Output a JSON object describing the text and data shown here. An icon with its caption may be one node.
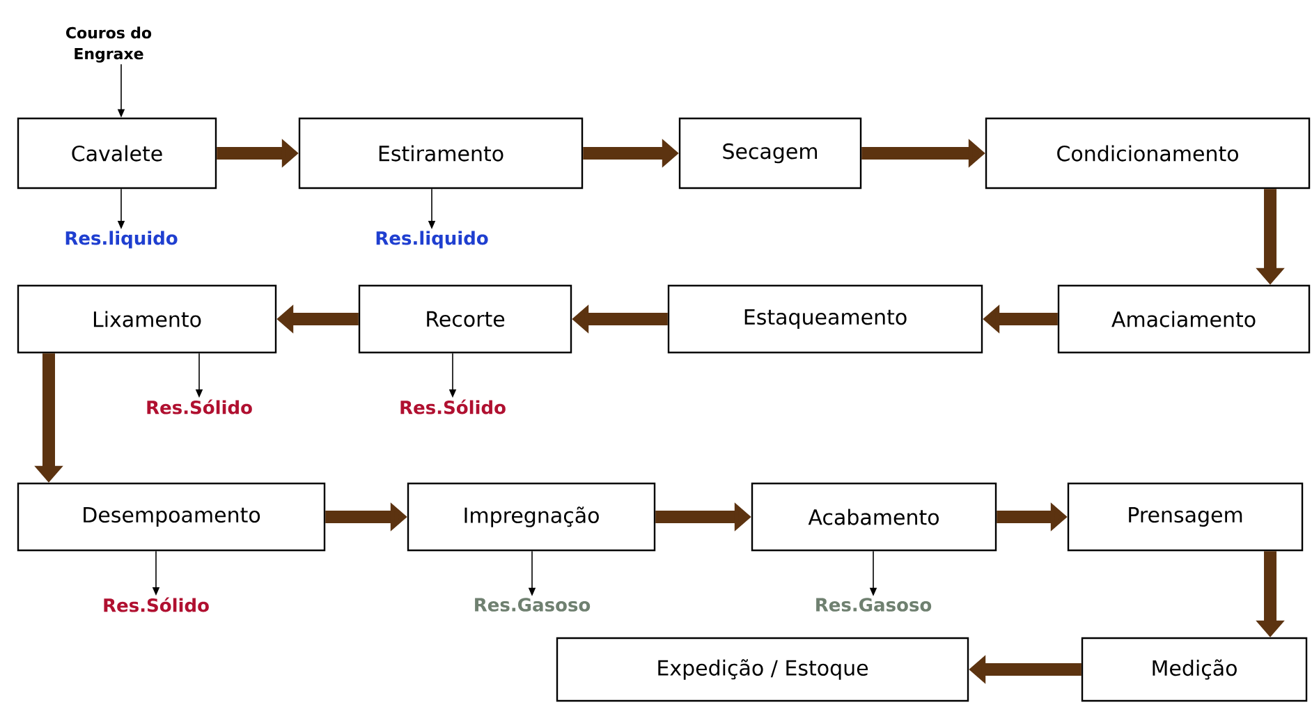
{
  "diagram": {
    "nodes": [
      {
        "text": [
          "Couros do Engraxe"
        ]
      },
      {
        "text": [
          "Cavalete"
        ]
      },
      {
        "text": [
          "Estiramento"
        ]
      },
      {
        "text": [
          "Secagem"
        ]
      },
      {
        "text": [
          "Condicionamento"
        ]
      },
      {
        "text": [
          "Res.liquido"
        ]
      },
      {
        "text": [
          "Res.liquido"
        ]
      },
      {
        "text": [
          "Lixamento"
        ]
      },
      {
        "text": [
          "Recorte"
        ]
      },
      {
        "text": [
          "Estaqueamento"
        ]
      },
      {
        "text": [
          "Amaciamento"
        ]
      },
      {
        "text": [
          "Res.Sólido"
        ]
      },
      {
        "text": [
          "Res.Sólido"
        ]
      },
      {
        "text": [
          "Desempoamento"
        ]
      },
      {
        "text": [
          "Impregnação"
        ]
      },
      {
        "text": [
          "Acabamento"
        ]
      },
      {
        "text": [
          "Prensagem"
        ]
      },
      {
        "text": [
          "Res.Sólido"
        ]
      },
      {
        "text": [
          "Res.Gasoso"
        ]
      },
      {
        "text": [
          "Res.Gasoso"
        ]
      },
      {
        "text": [
          "Expedição / Estoque"
        ]
      },
      {
        "text": [
          "Medição"
        ]
      }
    ],
    "edges": [
      {
        "from": 0,
        "to": 1,
        "arrow": "to",
        "color": "#000000"
      },
      {
        "from": 1,
        "to": 2,
        "arrow": "to"
      },
      {
        "from": 2,
        "to": 3,
        "arrow": "to"
      },
      {
        "from": 3,
        "to": 4,
        "arrow": "to"
      },
      {
        "from": 1,
        "to": 5,
        "arrow": "to",
        "color": "#000000"
      },
      {
        "from": 2,
        "to": 6,
        "arrow": "to",
        "color": "#000000"
      },
      {
        "from": 4,
        "to": 10,
        "arrow": "to"
      },
      {
        "from": 10,
        "to": 9,
        "arrow": "to"
      },
      {
        "from": 9,
        "to": 8,
        "arrow": "to"
      },
      {
        "from": 8,
        "to": 7,
        "arrow": "to"
      },
      {
        "from": 7,
        "to": 11,
        "arrow": "to",
        "color": "#000000"
      },
      {
        "from": 8,
        "to": 12,
        "arrow": "to",
        "color": "#000000"
      },
      {
        "from": 7,
        "to": 13,
        "arrow": "to"
      },
      {
        "from": 13,
        "to": 14,
        "arrow": "to"
      },
      {
        "from": 14,
        "to": 15,
        "arrow": "to"
      },
      {
        "from": 15,
        "to": 16,
        "arrow": "to"
      },
      {
        "from": 13,
        "to": 17,
        "arrow": "to",
        "color": "#000000"
      },
      {
        "from": 14,
        "to": 18,
        "arrow": "to",
        "color": "#000000"
      },
      {
        "from": 15,
        "to": 19,
        "arrow": "to",
        "color": "#000000"
      },
      {
        "from": 16,
        "to": 21,
        "arrow": "to"
      },
      {
        "from": 21,
        "to": 20,
        "arrow": "to"
      }
    ]
  }
}
